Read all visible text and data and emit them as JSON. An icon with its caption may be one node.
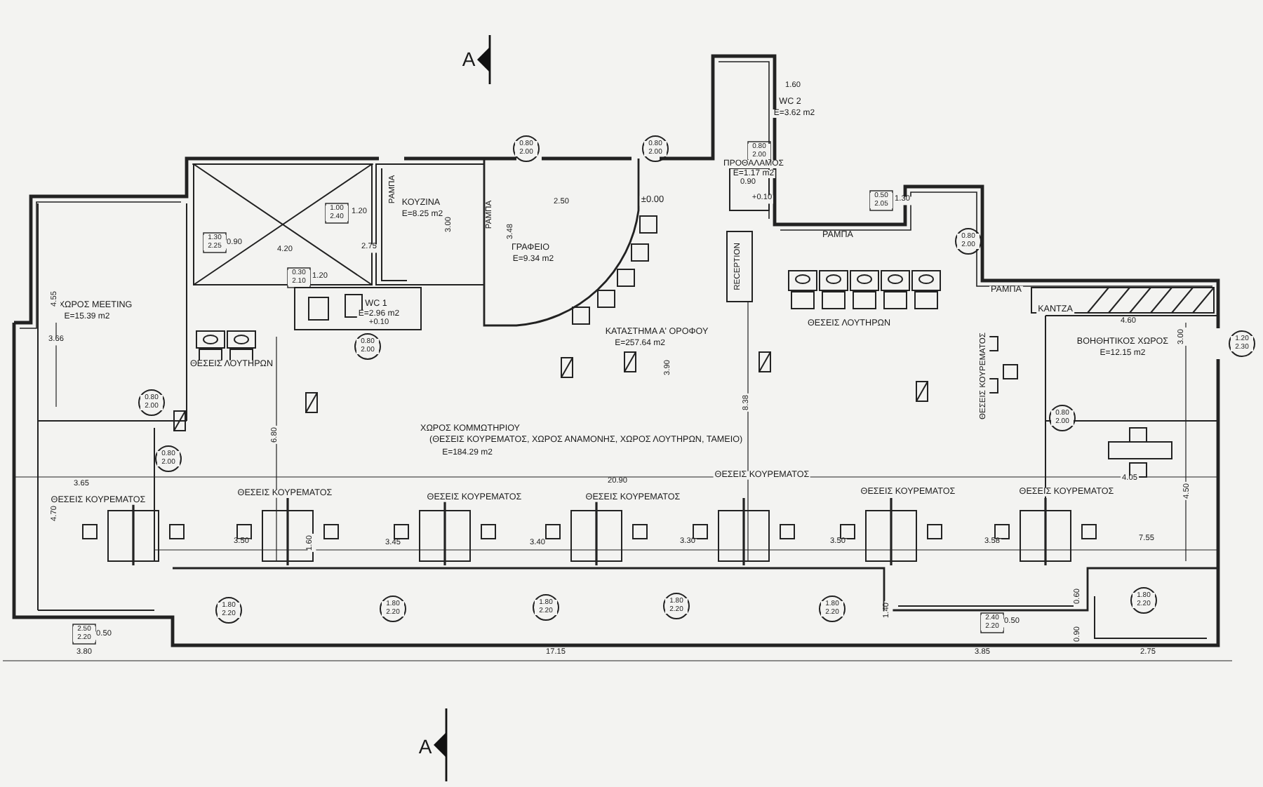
{
  "diagram": {
    "labels": [
      "A",
      "1.60",
      "WC 2",
      "E=3.62 m2",
      "0.80 2.00",
      "0.80 2.00",
      "0.80 2.00",
      "ΠΡΟΘΑΛΑΜΟΣ",
      "Ε=1.17 m2",
      "0.90",
      "+0.10",
      "ΚΟΥΖΙΝΑ",
      "Ε=8.25 m2",
      "ΡΑΜΠΑ",
      "2.50",
      "±0.00",
      "0.50 2.05",
      "1.30",
      "0.80 2.00",
      "1.00 2.40",
      "1.20",
      "ΡΑΜΠΑ",
      "3.00",
      "3.48",
      "ΡΑΜΠΑ",
      "ΓΡΑΦΕΙΟ",
      "Ε=9.34 m2",
      "1.30 2.25",
      "0.90",
      "4.20",
      "2.75",
      "RECEPTION",
      "0.30 2.10",
      "1.20",
      "ΡΑΜΠΑ",
      "ΧΩΡΟΣ MEETING",
      "Ε=15.39 m2",
      "4.55",
      "WC 1",
      "E=2.96 m2",
      "+0.10",
      "ΚΑΝΤΖΑ",
      "ΘΕΣΕΙΣ ΛΟΥΤΗΡΩΝ",
      "4.60",
      "3.66",
      "0.80 2.00",
      "ΚΑΤΑΣΤΗΜΑ Α' ΟΡΟΦΟΥ",
      "E=257.64 m2",
      "ΒΟΗΘΗΤΙΚΟΣ ΧΩΡΟΣ",
      "E=12.15 m2",
      "3.00",
      "1.20 2.30",
      "ΘΕΣΕΙΣ ΛΟΥΤΗΡΩΝ",
      "3.90",
      "ΘΕΣΕΙΣ ΚΟΥΡΕΜΑΤΟΣ",
      "0.80 2.00",
      "8.38",
      "0.80 2.00",
      "ΧΩΡΟΣ ΚΟΜΜΩΤΗΡΙΟΥ",
      "(ΘΕΣΕΙΣ ΚΟΥΡΕΜΑΤΟΣ, ΧΩΡΟΣ ΑΝΑΜΟΝΗΣ, ΧΩΡΟΣ ΛΟΥΤΗΡΩΝ, ΤΑΜΕΙΟ)",
      "Ε=184.29 m2",
      "6.80",
      "0.80 2.00",
      "ΘΕΣΕΙΣ ΚΟΥΡΕΜΑΤΟΣ",
      "4.05",
      "3.65",
      "20.90",
      "4.50",
      "ΘΕΣΕΙΣ ΚΟΥΡΕΜΑΤΟΣ",
      "ΘΕΣΕΙΣ ΚΟΥΡΕΜΑΤΟΣ",
      "ΘΕΣΕΙΣ ΚΟΥΡΕΜΑΤΟΣ",
      "ΘΕΣΕΙΣ ΚΟΥΡΕΜΑΤΟΣ",
      "ΘΕΣΕΙΣ ΚΟΥΡΕΜΑΤΟΣ",
      "ΘΕΣΕΙΣ ΚΟΥΡΕΜΑΤΟΣ",
      "4.70",
      "3.50",
      "1.60",
      "3.45",
      "3.40",
      "3.30",
      "3.50",
      "3.58",
      "7.55",
      "0.60",
      "2.50 2.20",
      "0.50",
      "1.80 2.20",
      "1.80 2.20",
      "1.80 2.20",
      "1.80 2.20",
      "1.80 2.20",
      "1.80 2.20",
      "1.40",
      "2.40 2.20",
      "0.50",
      "0.90",
      "3.80",
      "17.15",
      "3.85",
      "2.75",
      "A"
    ]
  }
}
